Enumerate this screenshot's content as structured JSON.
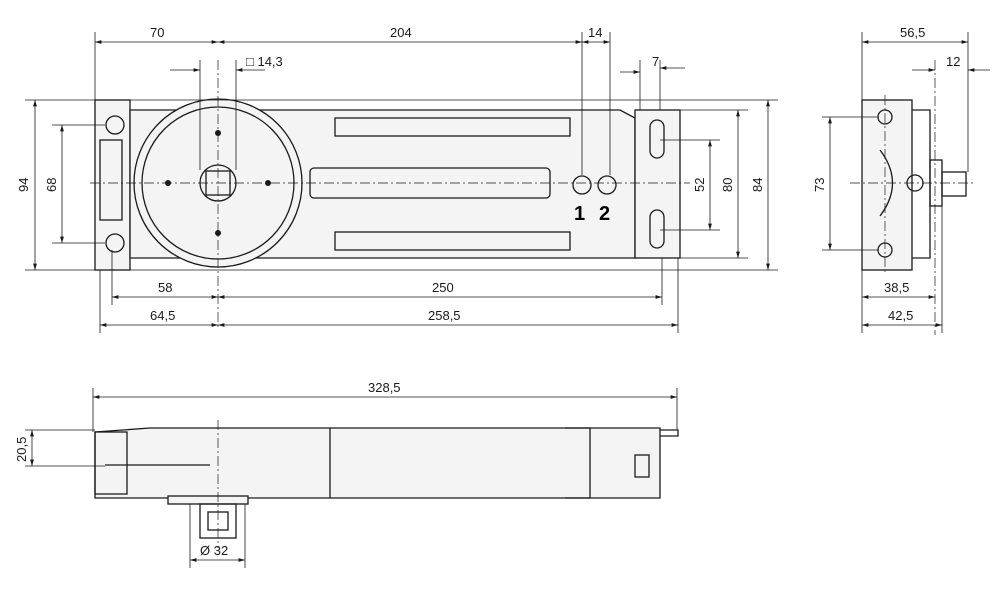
{
  "top_view": {
    "dims": {
      "d70": "70",
      "d204": "204",
      "d14": "14",
      "sq": "□ 14,3",
      "d7": "7",
      "d94": "94",
      "d68": "68",
      "d52": "52",
      "d80": "80",
      "d84": "84",
      "d58": "58",
      "d250": "250",
      "d64_5": "64,5",
      "d258_5": "258,5"
    },
    "markers": {
      "one": "1",
      "two": "2"
    }
  },
  "side_view": {
    "dims": {
      "d56_5": "56,5",
      "d12": "12",
      "d73": "73",
      "d38_5": "38,5",
      "d42_5": "42,5"
    }
  },
  "bottom_view": {
    "dims": {
      "d328_5": "328,5",
      "d20_5": "20,5",
      "dia32": "Ø 32"
    }
  }
}
